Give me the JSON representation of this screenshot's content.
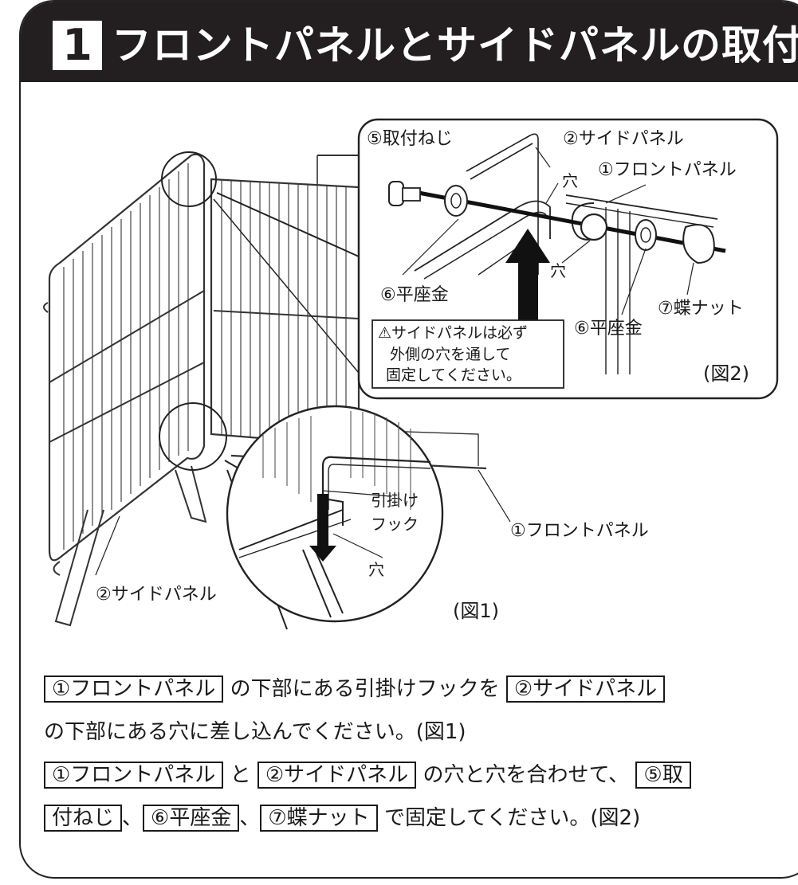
{
  "header": {
    "step_number": "1",
    "title": "フロントパネルとサイドパネルの取付け"
  },
  "figure1": {
    "caption": "(図1)",
    "labels": {
      "hook_line1": "引掛け",
      "hook_line2": "フック",
      "hole": "穴",
      "front_panel": "①フロントパネル",
      "side_panel": "②サイドパネル"
    }
  },
  "figure2": {
    "caption": "(図2)",
    "labels": {
      "screw": "⑤取付ねじ",
      "side_panel": "②サイドパネル",
      "front_panel": "①フロントパネル",
      "hole_top": "穴",
      "hole_mid": "穴",
      "washer_left": "⑥平座金",
      "washer_right": "⑥平座金",
      "wing_nut": "⑦蝶ナット"
    },
    "warning_icon": "warning-triangle-icon",
    "warning_lines": [
      "⚠サイドパネルは必ず",
      "外側の穴を通して",
      "固定してください。"
    ]
  },
  "instructions": {
    "line1": {
      "box1": "①フロントパネル",
      "text1": "の下部にある引掛けフックを",
      "box2": "②サイドパネル"
    },
    "line2": "の下部にある穴に差し込んでください。(図1)",
    "line3": {
      "box1": "①フロントパネル",
      "text1": "と",
      "box2": "②サイドパネル",
      "text2": "の穴と穴を合わせて、",
      "box3": "⑤取"
    },
    "line4": {
      "box1": "付ねじ",
      "sep1": "、",
      "box2": "⑥平座金",
      "sep2": "、",
      "box3": "⑦蝶ナット",
      "text1": "で固定してください。(図2)"
    }
  }
}
